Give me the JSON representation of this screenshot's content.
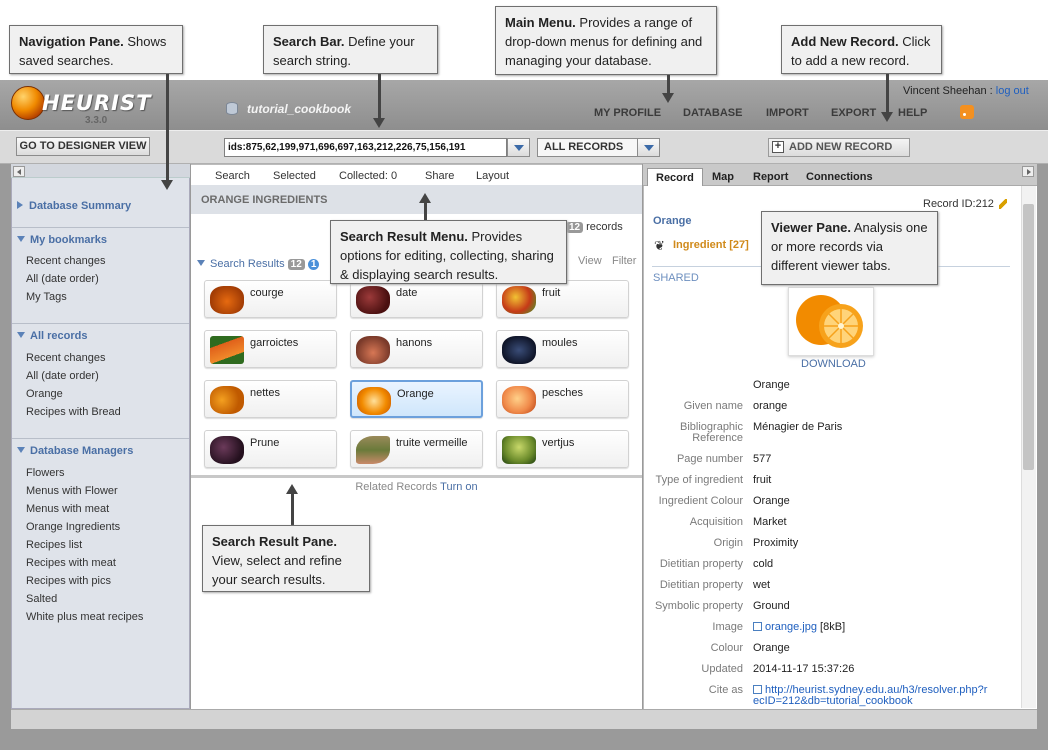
{
  "app": {
    "logo_text": "HEURIST",
    "version": "3.3.0",
    "db_name": "tutorial_cookbook",
    "user": "Vincent Sheehan :",
    "logout": "log out",
    "menu": [
      "MY PROFILE",
      "DATABASE",
      "IMPORT",
      "EXPORT",
      "HELP"
    ]
  },
  "toolbar": {
    "designer_label": "GO TO DESIGNER VIEW",
    "search_value": "ids:875,62,199,971,696,697,163,212,226,75,156,191",
    "scope": "ALL RECORDS",
    "add_label": "ADD NEW RECORD"
  },
  "nav": {
    "summary": "Database Summary",
    "bookmarks": {
      "title": "My bookmarks",
      "items": [
        "Recent changes",
        "All (date order)",
        "My Tags"
      ]
    },
    "all_records": {
      "title": "All records",
      "items": [
        "Recent changes",
        "All (date order)",
        "Orange",
        "Recipes with Bread"
      ]
    },
    "managers": {
      "title": "Database Managers",
      "items": [
        "Flowers",
        "Menus with Flower",
        "Menus with meat",
        "Orange Ingredients",
        "Recipes list",
        "Recipes with meat",
        "Recipes with pics",
        "Salted",
        "White plus meat recipes"
      ]
    }
  },
  "results": {
    "menu": [
      "Search",
      "Selected",
      "Collected: 0",
      "Share",
      "Layout"
    ],
    "title": "ORANGE INGREDIENTS",
    "count": "12",
    "count_suffix": "records",
    "section": "Search Results",
    "badge_total": "12",
    "badge_selected": "1",
    "view": "View",
    "filter": "Filter",
    "tiles": [
      "courge",
      "date",
      "fruit",
      "garroictes",
      "hanons",
      "moules",
      "nettes",
      "Orange",
      "pesches",
      "Prune",
      "truite vermeille",
      "vertjus"
    ],
    "related": "Related Records",
    "related_link": "Turn on"
  },
  "viewer": {
    "tabs": [
      "Record",
      "Map",
      "Report",
      "Connections"
    ],
    "record_id": "Record ID:212",
    "title": "Orange",
    "type": "Ingredient [27]",
    "shared": "SHARED",
    "download": "DOWNLOAD",
    "fields": [
      {
        "label": "",
        "value": "Orange"
      },
      {
        "label": "Given name",
        "value": "orange"
      },
      {
        "label": "Bibliographic Reference",
        "value": "Ménagier de Paris"
      },
      {
        "label": "Page number",
        "value": "577"
      },
      {
        "label": "Type of ingredient",
        "value": "fruit"
      },
      {
        "label": "Ingredient Colour",
        "value": "Orange"
      },
      {
        "label": "Acquisition",
        "value": "Market"
      },
      {
        "label": "Origin",
        "value": "Proximity"
      },
      {
        "label": "Dietitian property",
        "value": "cold"
      },
      {
        "label": "Dietitian property",
        "value": "wet"
      },
      {
        "label": "Symbolic property",
        "value": "Ground"
      },
      {
        "label": "Image",
        "value": "orange.jpg",
        "extra": " [8kB]"
      },
      {
        "label": "Colour",
        "value": "Orange"
      },
      {
        "label": "Updated",
        "value": "2014-11-17 15:37:26"
      },
      {
        "label": "Cite as",
        "value": "http://heurist.sydney.edu.au/h3/resolver.php?r",
        "value2": "ecID=212&db=tutorial_cookbook"
      }
    ]
  },
  "callouts": {
    "nav": {
      "title": "Navigation Pane.",
      "text": " Shows saved searches."
    },
    "search": {
      "title": "Search Bar.",
      "text": " Define your search string."
    },
    "menu": {
      "title": "Main Menu.",
      "text": " Provides a  range of drop-down menus for defining and managing your database."
    },
    "add": {
      "title": "Add New Record.",
      "text": " Click to add a new record."
    },
    "result_menu": {
      "title": "Search Result Menu.",
      "text": " Provides options for editing, collecting, sharing & displaying search results."
    },
    "viewer": {
      "title": "Viewer Pane.",
      "text": " Analysis one or more records via different viewer tabs."
    },
    "result_pane": {
      "title": "Search Result Pane.",
      "text": "View, select and refine your search results."
    }
  },
  "colors": {
    "accent": "#4a6fa5",
    "type": "#d08a1a",
    "link": "#1f5fbf",
    "orange": "#f08a00"
  }
}
